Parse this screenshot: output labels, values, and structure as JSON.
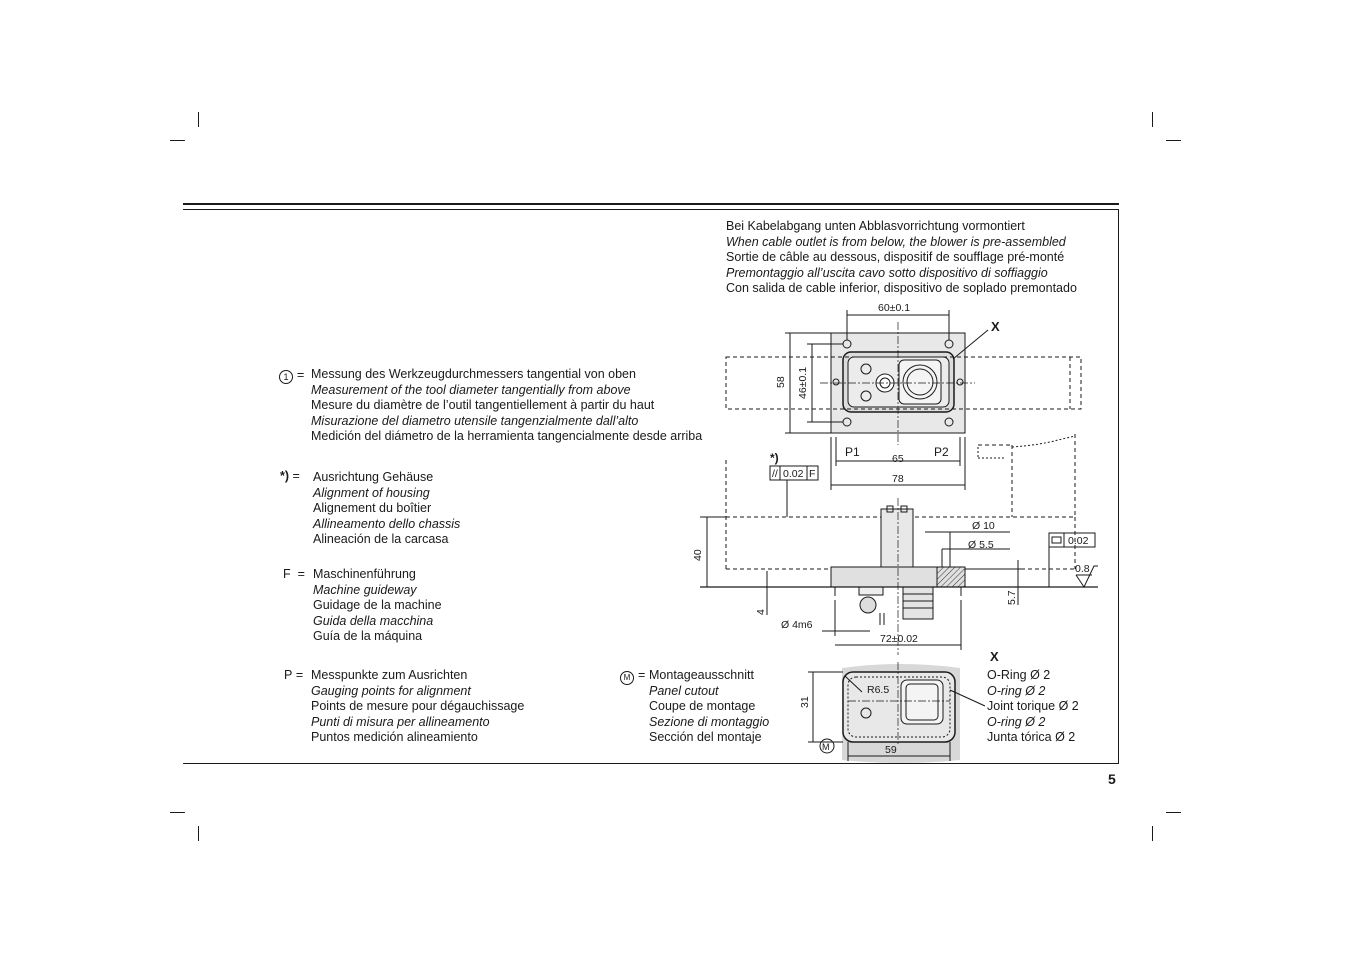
{
  "page_number": "5",
  "cable_note": [
    "Bei Kabelabgang unten Abblasvorrichtung vormontiert",
    "When cable outlet is from below, the blower is pre-assembled",
    "Sortie de câble au dessous, dispositif de soufflage pré-monté",
    "Premontaggio all’uscita cavo sotto dispositivo di soffiaggio",
    "Con salida de cable inferior, dispositivo de soplado premontado"
  ],
  "legend_1": {
    "marker": "1",
    "prefix": "=",
    "lines": [
      "Messung des Werkzeugdurchmessers tangential von oben",
      "Measurement of the tool diameter tangentially from above",
      "Mesure du diamètre de l’outil tangentiellement à partir du haut",
      "Misurazione del diametro utensile tangenzialmente dall’alto",
      "Medición del diámetro de la herramienta tangencialmente desde arriba"
    ]
  },
  "legend_star": {
    "marker": "*)",
    "prefix": "=",
    "lines": [
      "Ausrichtung Gehäuse",
      "Alignment of housing",
      "Alignement du boîtier",
      "Allineamento dello chassis",
      "Alineación de la carcasa"
    ]
  },
  "legend_f": {
    "marker": "F",
    "prefix": "=",
    "lines": [
      "Maschinenführung",
      "Machine guideway",
      "Guidage de la machine",
      "Guida della macchina",
      "Guía de la máquina"
    ]
  },
  "legend_p": {
    "marker": "P",
    "prefix": "=",
    "lines": [
      "Messpunkte zum Ausrichten",
      "Gauging points for alignment",
      "Points de mesure pour dégauchissage",
      "Punti di misura per allineamento",
      "Puntos medición alineamiento"
    ]
  },
  "legend_m": {
    "marker": "M",
    "prefix": "=",
    "lines": [
      "Montageausschnitt",
      "Panel cutout",
      "Coupe de montage",
      "Sezione di montaggio",
      "Sección del montaje"
    ]
  },
  "oring_note": [
    "O-Ring Ø 2",
    "O-ring Ø 2",
    "Joint torique Ø 2",
    "O-ring Ø 2",
    "Junta tórica Ø 2"
  ],
  "drawing": {
    "dim_60": "60±0.1",
    "label_x_top": "X",
    "dim_58": "58",
    "dim_46": "46±0.1",
    "label_p1": "P1",
    "label_p2": "P2",
    "dim_65": "65",
    "dim_78": "78",
    "star_label": "*)",
    "tol_parallel": "//",
    "tol_value": "0.02",
    "tol_datum": "F",
    "dim_d10": "Ø 10",
    "dim_d55": "Ø 5.5",
    "flat_value": "0.02",
    "rough_value": "0.8",
    "dim_40": "40",
    "dim_4": "4",
    "dim_57": "5.7",
    "dim_d4m6": "Ø 4m6",
    "dim_72": "72±0.02",
    "label_x_bottom": "X",
    "dim_r65": "R6.5",
    "dim_31": "31",
    "dim_59": "59",
    "label_m": "M"
  }
}
